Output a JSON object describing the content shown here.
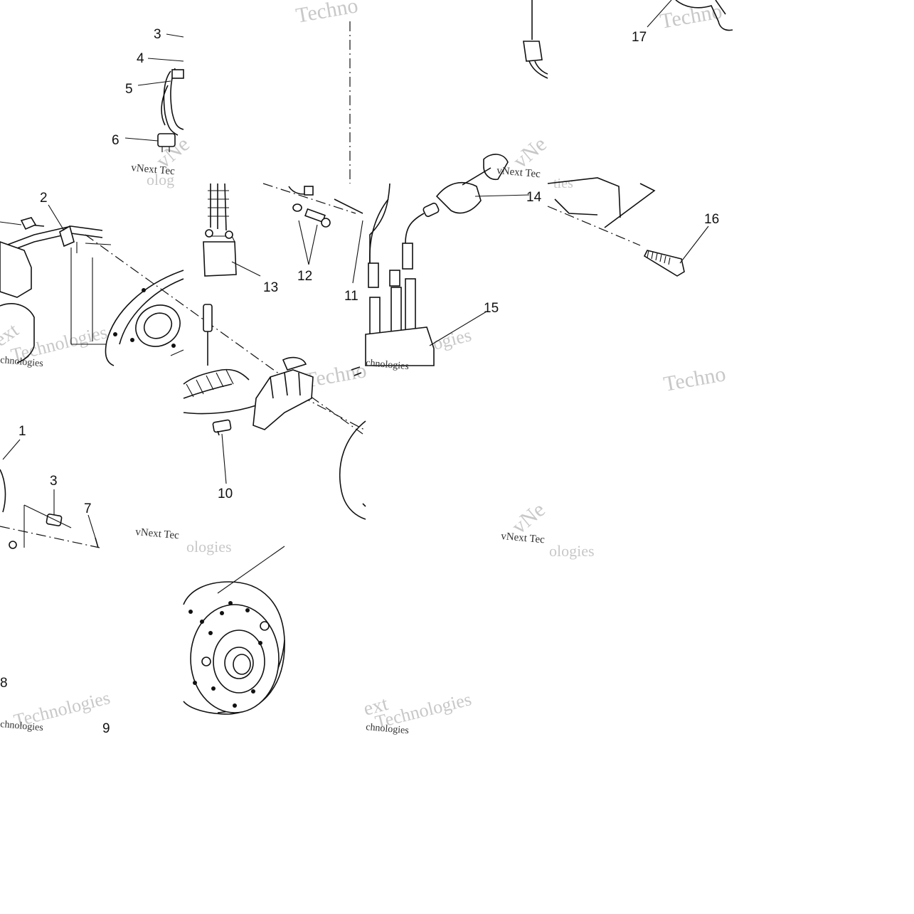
{
  "part_labels": {
    "n1": "1",
    "n2": "2",
    "n3a": "3",
    "n3b": "3",
    "n4": "4",
    "n5": "5",
    "n6": "6",
    "n7": "7",
    "n8": "8",
    "n9": "9",
    "n10": "10",
    "n11": "11",
    "n12": "12",
    "n13": "13",
    "n14": "14",
    "n15": "15",
    "n16": "16",
    "n17": "17"
  },
  "watermarks": {
    "techno_1": "Techno",
    "techno_2": "Techno",
    "techno_3": "Techno",
    "techno_4": "Techno",
    "vnext_tec_1": "vNext Tec",
    "vnext_tec_2": "vNext Tec",
    "vnext_tec_3": "vNext Tec",
    "vnext_tec_4": "vNext Tec",
    "technologies_1": "Technologies",
    "technologies_2": "Technologies",
    "technologies_3": "Technologies",
    "technologies_4": "Technologies",
    "chnologies_1": "chnologies",
    "chnologies_2": "chnologies",
    "chnologies_3": "chnologies",
    "chnologies_4": "chnologies",
    "ext_1": "ext",
    "ext_2": "ext",
    "vne_1": "vNe",
    "vne_2": "vNe",
    "vne_3": "vNe",
    "ologies_1": "ologies",
    "ologies_2": "ologies",
    "olog_1": "olog",
    "ties_1": "ties"
  },
  "colors": {
    "line": "#111111",
    "watermark": "#c8c8c8",
    "background": "#ffffff"
  }
}
